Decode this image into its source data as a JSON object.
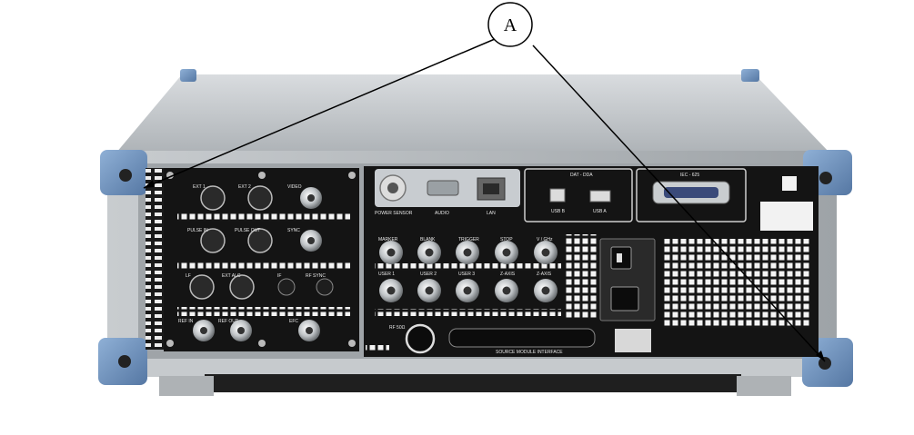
{
  "callout": {
    "label": "A"
  },
  "panel": {
    "left_section": {
      "row1": [
        "EXT 1",
        "EXT 2",
        "VIDEO"
      ],
      "row2": [
        "PULSE IN",
        "PULSE OUT",
        "SYNC"
      ],
      "row3": [
        "LF",
        "EXT ALC",
        "IF",
        "RF SYNC"
      ],
      "row4": [
        "REF IN",
        "REF OUT",
        "EFC"
      ]
    },
    "mid_top": [
      "POWER SENSOR",
      "AUDIO",
      "LAN"
    ],
    "usb_box": {
      "title": "DAT - DDA",
      "labels": [
        "USB B",
        "USB A"
      ]
    },
    "iec_box": {
      "title": "IEC - 625"
    },
    "bnc_top": [
      "MARKER",
      "BLANK",
      "TRIGGER",
      "STOP",
      "V / GHz"
    ],
    "bnc_bottom": [
      "USER 1",
      "USER 2",
      "USER 3",
      "Z-AXIS",
      "Z-AXIS"
    ],
    "rf_label": "RF 50Ω",
    "interface_label": "SOURCE MODULE INTERFACE"
  },
  "colors": {
    "frame_blue": "#6f92bd",
    "panel_black": "#141414",
    "chassis_gray": "#b9bec2"
  }
}
